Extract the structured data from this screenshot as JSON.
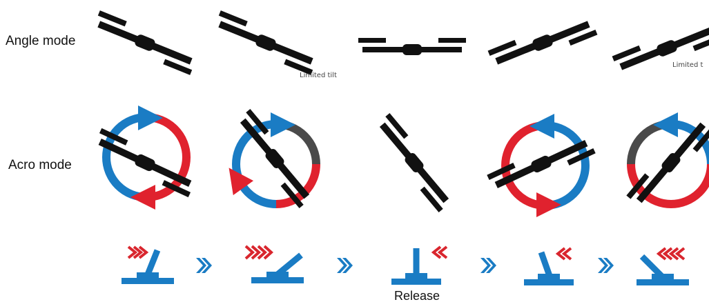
{
  "rows": {
    "angle": {
      "label": "Angle mode"
    },
    "acro": {
      "label": "Acro mode"
    },
    "stick": {
      "release_label": "Release"
    }
  },
  "annotations": {
    "limited_tilt": "Limited tilt",
    "limited_tilt_cut": "Limited t"
  },
  "colors": {
    "drone": "#111111",
    "blue": "#1a7cc4",
    "red": "#e0222e",
    "gray": "#4a4a4a",
    "chevron_red": "#d9262e",
    "chevron_blue": "#1a7cc4",
    "stick": "#1a7cc4"
  },
  "icons": {
    "drone": "drone-silhouette-icon",
    "arc_arrow": "arc-arrow-icon",
    "chevrons": "chevron-arrows-icon",
    "joystick": "joystick-icon"
  },
  "sequence": {
    "angle_tilts_deg": [
      22,
      22,
      0,
      -22,
      -22
    ],
    "acro_tilts_deg": [
      22,
      45,
      45,
      -22,
      -45
    ],
    "stick_deflection_steps": [
      2,
      4,
      0,
      -2,
      -4
    ],
    "stick_chevron_counts": [
      3,
      4,
      2,
      2,
      4
    ]
  }
}
